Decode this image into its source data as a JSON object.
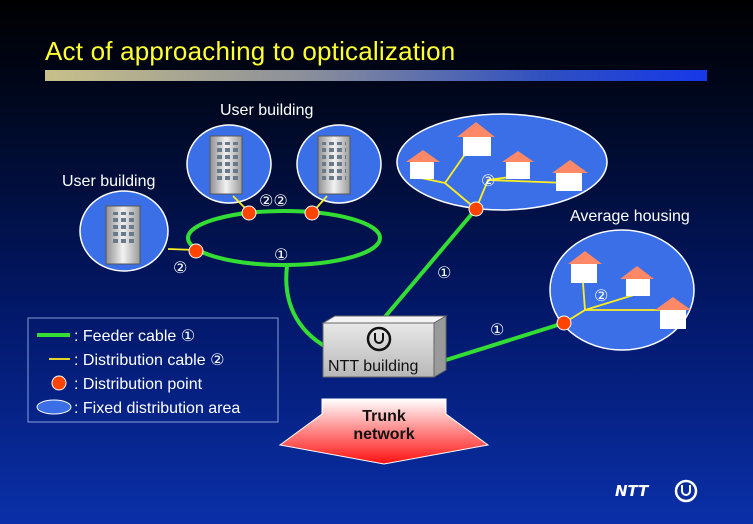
{
  "title": "Act of approaching to opticalization",
  "labels": {
    "user_building_top": "User building",
    "user_building_left": "User building",
    "average_housing": "Average housing",
    "ntt_building": "NTT building",
    "trunk_line1": "Trunk",
    "trunk_line2": "network",
    "ntt_logo_text": "NTT"
  },
  "markers": {
    "one": "①",
    "two": "②",
    "two_two": "②②"
  },
  "legend": [
    {
      "label": ": Feeder cable ①"
    },
    {
      "label": ": Distribution cable ②"
    },
    {
      "label": ": Distribution point"
    },
    {
      "label": ": Fixed distribution area"
    }
  ],
  "colors": {
    "feeder": "#33dd33",
    "distribution": "#ffee22",
    "distribution_point": "#ff4400",
    "area_fill": "#3b6fe8",
    "title": "#ffff33"
  }
}
